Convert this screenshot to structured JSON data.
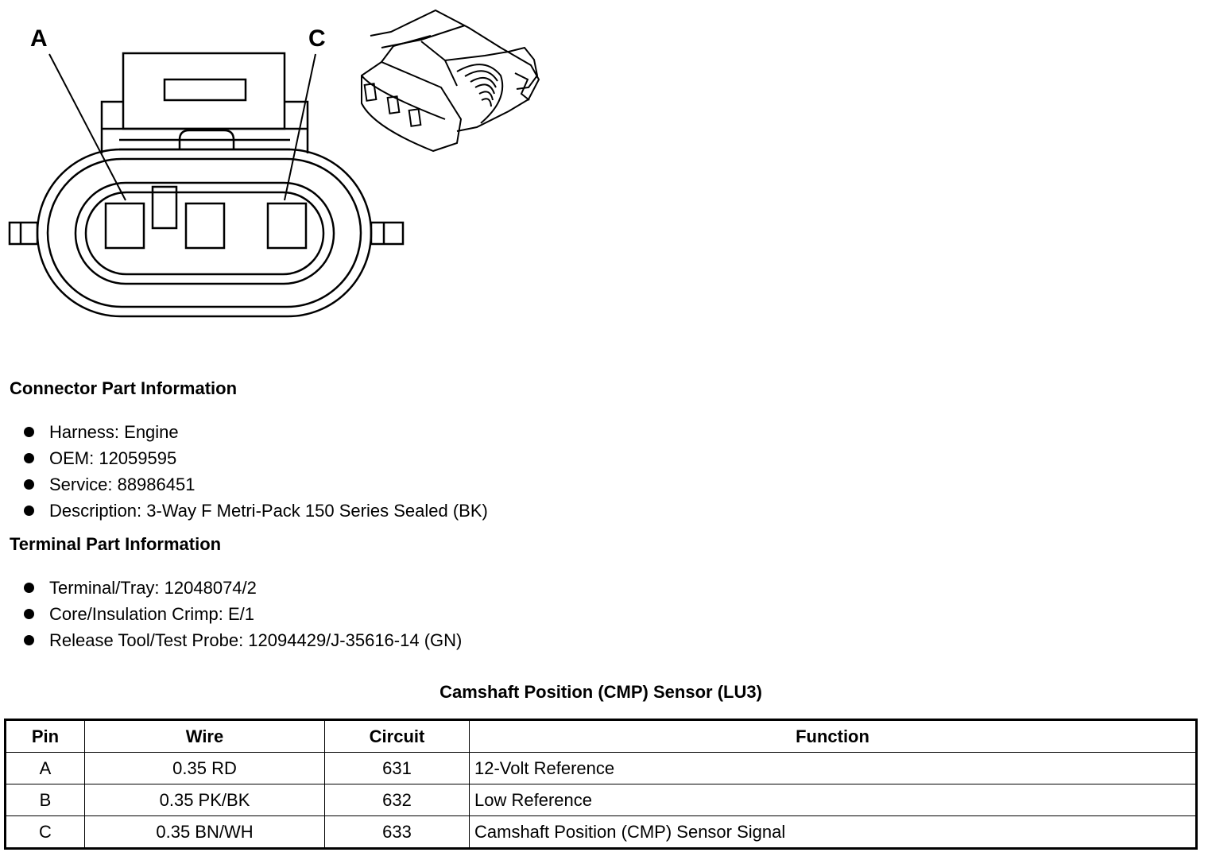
{
  "diagram": {
    "callouts": [
      "A",
      "C"
    ]
  },
  "connector": {
    "heading": "Connector Part Information",
    "items": [
      "Harness: Engine",
      "OEM: 12059595",
      "Service: 88986451",
      "Description: 3-Way F Metri-Pack 150 Series Sealed (BK)"
    ]
  },
  "terminal": {
    "heading": "Terminal Part Information",
    "items": [
      "Terminal/Tray: 12048074/2",
      "Core/Insulation Crimp: E/1",
      "Release Tool/Test Probe: 12094429/J-35616-14 (GN)"
    ]
  },
  "table": {
    "title": "Camshaft Position (CMP) Sensor (LU3)",
    "headers": [
      "Pin",
      "Wire",
      "Circuit",
      "Function"
    ],
    "rows": [
      [
        "A",
        "0.35 RD",
        "631",
        "12-Volt Reference"
      ],
      [
        "B",
        "0.35 PK/BK",
        "632",
        "Low Reference"
      ],
      [
        "C",
        "0.35 BN/WH",
        "633",
        "Camshaft Position (CMP) Sensor Signal"
      ]
    ]
  }
}
